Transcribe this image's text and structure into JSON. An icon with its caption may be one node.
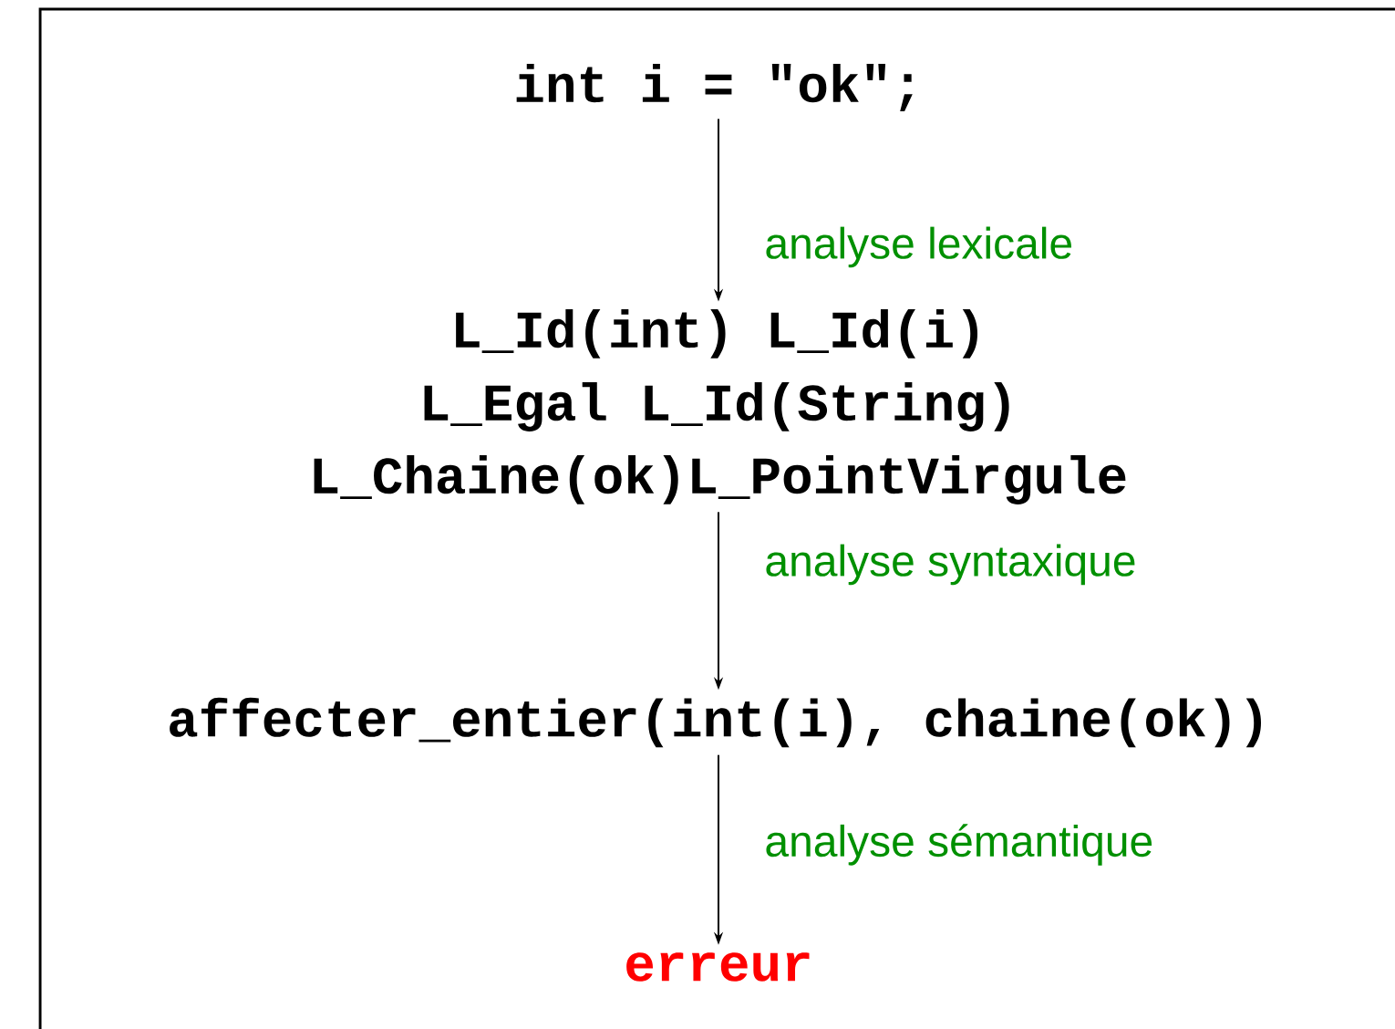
{
  "diagram": {
    "nodes": [
      {
        "text": [
          "int i = \"ok\";"
        ]
      },
      {
        "text": [
          "L_Id(int) L_Id(i)",
          "L_Egal L_Id(String)",
          "L_Chaine(ok)L_PointVirgule"
        ]
      },
      {
        "text": [
          "affecter_entier(int(i), chaine(ok))"
        ]
      },
      {
        "text": [
          "erreur"
        ]
      }
    ],
    "edges": [
      {
        "from": 0,
        "to": 1,
        "arrow": "to",
        "label": "analyse lexicale"
      },
      {
        "from": 1,
        "to": 2,
        "arrow": "to",
        "label": "analyse syntaxique"
      },
      {
        "from": 2,
        "to": 3,
        "arrow": "to",
        "label": "analyse sémantique"
      }
    ]
  }
}
